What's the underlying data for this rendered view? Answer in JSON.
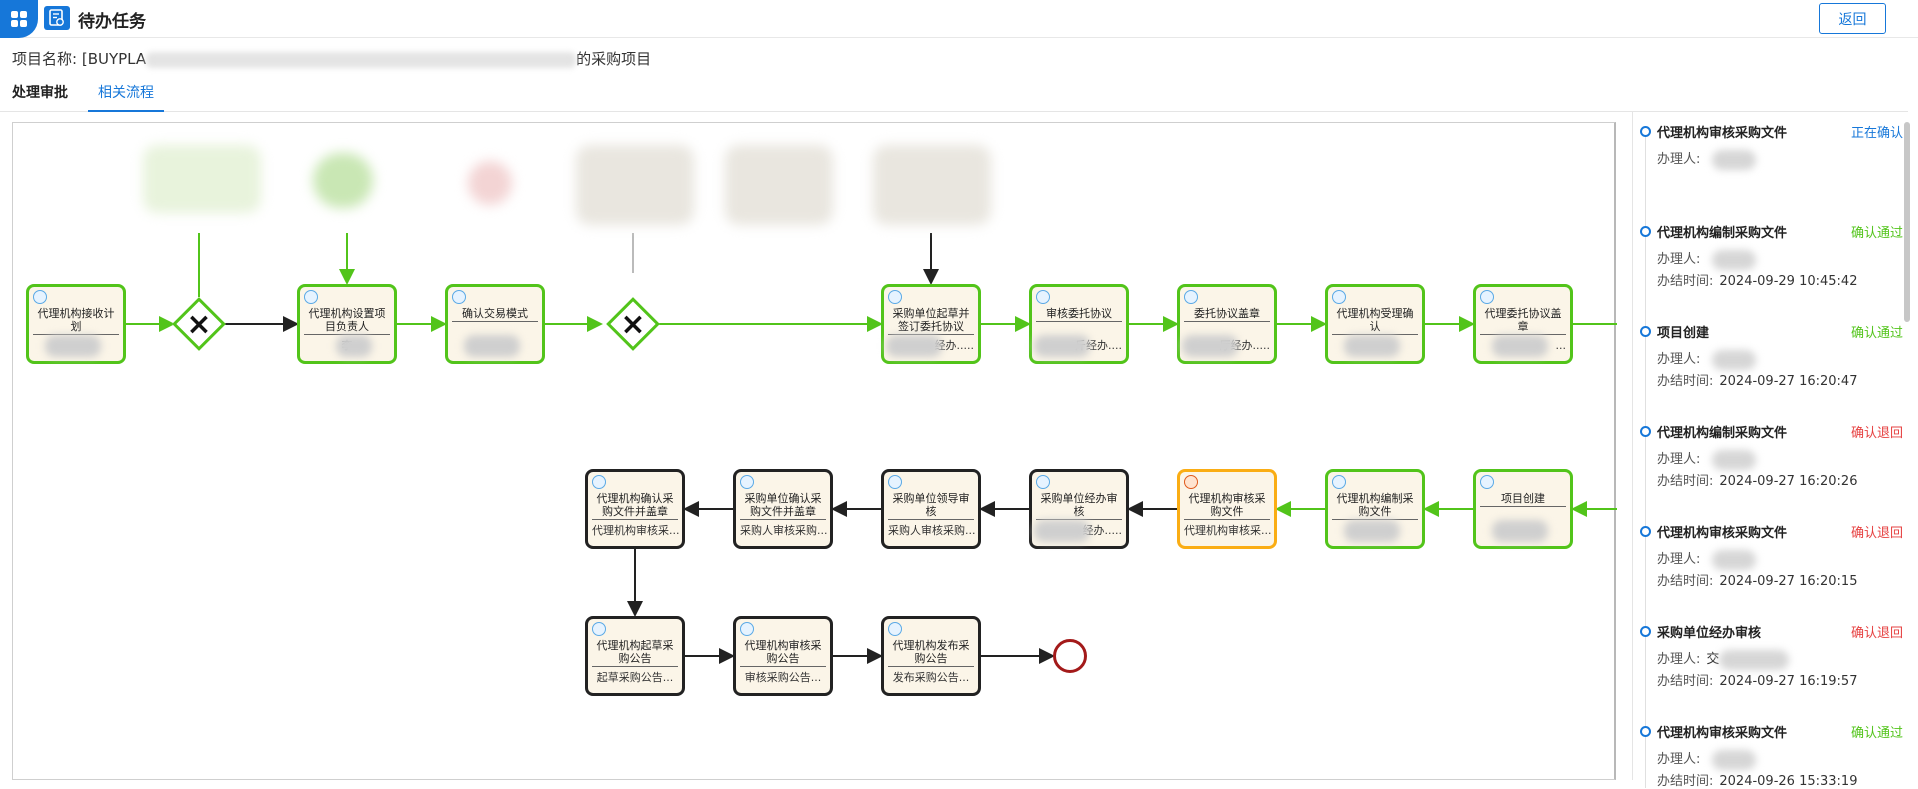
{
  "header": {
    "title": "待办任务",
    "back_label": "返回"
  },
  "project": {
    "label": "项目名称:",
    "name_prefix": "[BUYPLA",
    "name_suffix": "的采购项目"
  },
  "tabs": [
    {
      "label": "处理审批",
      "active": false
    },
    {
      "label": "相关流程",
      "active": true
    }
  ],
  "colors": {
    "accent": "#1677d9",
    "pass": "#52c41a",
    "return": "#e64040",
    "active_node": "#faad14",
    "end_event": "#a31a1a"
  },
  "flow": {
    "row1": [
      {
        "label": "代理机构接收计划",
        "sub": ""
      },
      {
        "label": "代理机构设置项目负责人",
        "sub": "李"
      },
      {
        "label": "确认交易模式",
        "sub": ""
      },
      {
        "label": "采购单位起草并签订委托协议",
        "sub": "经办....."
      },
      {
        "label": "审核委托协议",
        "sub": "斤经办...."
      },
      {
        "label": "委托协议盖章",
        "sub": "厅经办....."
      },
      {
        "label": "代理机构受理确认",
        "sub": ""
      },
      {
        "label": "代理委托协议盖章",
        "sub": "..."
      }
    ],
    "row2": [
      {
        "label": "代理机构确认采购文件并盖章",
        "sub": "代理机构审核采..."
      },
      {
        "label": "采购单位确认采购文件并盖章",
        "sub": "采购人审核采购..."
      },
      {
        "label": "采购单位领导审核",
        "sub": "采购人审核采购..."
      },
      {
        "label": "采购单位经办审核",
        "sub": "经办....."
      },
      {
        "label": "代理机构审核采购文件",
        "sub": "代理机构审核采..."
      },
      {
        "label": "代理机构编制采购文件",
        "sub": ""
      },
      {
        "label": "项目创建",
        "sub": ""
      }
    ],
    "row3": [
      {
        "label": "代理机构起草采购公告",
        "sub": "起草采购公告..."
      },
      {
        "label": "代理机构审核采购公告",
        "sub": "审核采购公告..."
      },
      {
        "label": "代理机构发布采购公告",
        "sub": "发布采购公告..."
      }
    ]
  },
  "timeline": {
    "handler_label": "办理人:",
    "time_label": "办结时间:",
    "items": [
      {
        "title": "代理机构审核采购文件",
        "status": "正在确认",
        "status_type": "active",
        "handler": "",
        "time": ""
      },
      {
        "title": "代理机构编制采购文件",
        "status": "确认通过",
        "status_type": "pass",
        "handler": "",
        "time": "2024-09-29 10:45:42"
      },
      {
        "title": "项目创建",
        "status": "确认通过",
        "status_type": "pass",
        "handler": "",
        "time": "2024-09-27 16:20:47"
      },
      {
        "title": "代理机构编制采购文件",
        "status": "确认退回",
        "status_type": "return",
        "handler": "",
        "time": "2024-09-27 16:20:26"
      },
      {
        "title": "代理机构审核采购文件",
        "status": "确认退回",
        "status_type": "return",
        "handler": "",
        "time": "2024-09-27 16:20:15"
      },
      {
        "title": "采购单位经办审核",
        "status": "确认退回",
        "status_type": "return",
        "handler": "交",
        "time": "2024-09-27 16:19:57"
      },
      {
        "title": "代理机构审核采购文件",
        "status": "确认通过",
        "status_type": "pass",
        "handler": "",
        "time": "2024-09-26 15:33:19"
      }
    ]
  }
}
